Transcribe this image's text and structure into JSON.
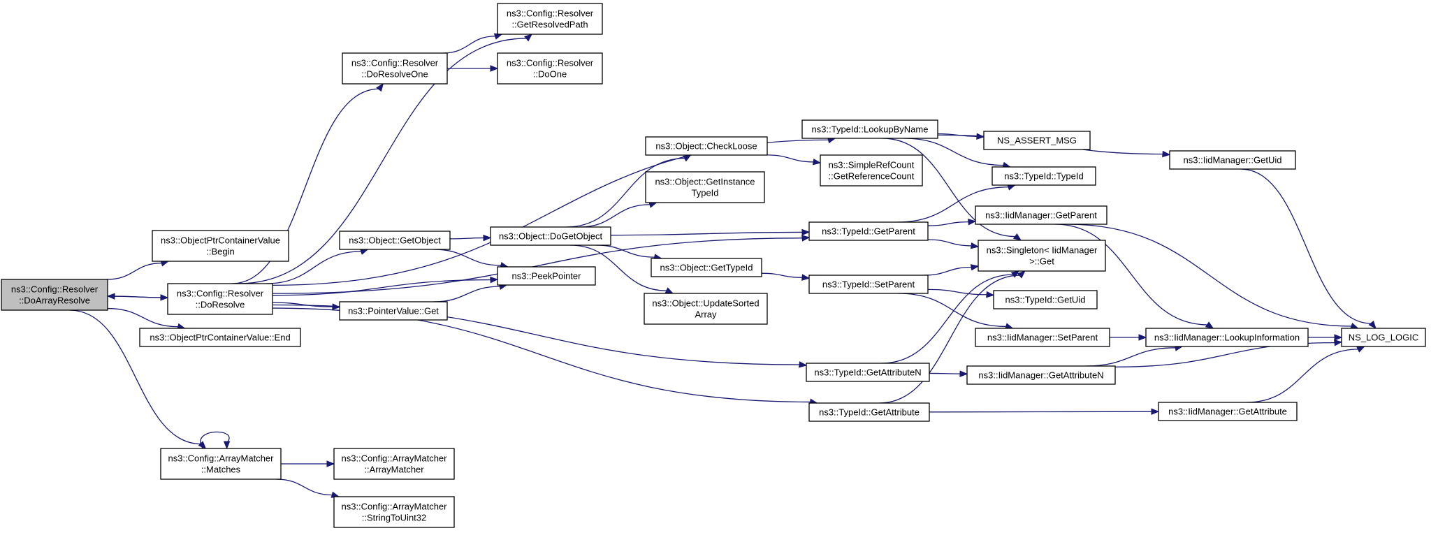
{
  "colors": {
    "edge": "#191970",
    "root_fill": "#bfbfbf",
    "node_fill": "#ffffff",
    "border": "#000000"
  },
  "nodes": [
    {
      "id": "doarrayresolve",
      "lines": [
        "ns3::Config::Resolver",
        "::DoArrayResolve"
      ],
      "root": true
    },
    {
      "id": "begin",
      "lines": [
        "ns3::ObjectPtrContainerValue",
        "::Begin"
      ]
    },
    {
      "id": "doresolve",
      "lines": [
        "ns3::Config::Resolver",
        "::DoResolve"
      ]
    },
    {
      "id": "end",
      "lines": [
        "ns3::ObjectPtrContainerValue::End"
      ]
    },
    {
      "id": "matches",
      "lines": [
        "ns3::Config::ArrayMatcher",
        "::Matches"
      ]
    },
    {
      "id": "getresolvedpath",
      "lines": [
        "ns3::Config::Resolver",
        "::GetResolvedPath"
      ]
    },
    {
      "id": "doresolveone",
      "lines": [
        "ns3::Config::Resolver",
        "::DoResolveOne"
      ]
    },
    {
      "id": "doone",
      "lines": [
        "ns3::Config::Resolver",
        "::DoOne"
      ]
    },
    {
      "id": "getobject",
      "lines": [
        "ns3::Object::GetObject"
      ]
    },
    {
      "id": "peekpointer",
      "lines": [
        "ns3::PeekPointer"
      ]
    },
    {
      "id": "pointervalueget",
      "lines": [
        "ns3::PointerValue::Get"
      ]
    },
    {
      "id": "arraymatcher",
      "lines": [
        "ns3::Config::ArrayMatcher",
        "::ArrayMatcher"
      ]
    },
    {
      "id": "stringtouint32",
      "lines": [
        "ns3::Config::ArrayMatcher",
        "::StringToUint32"
      ]
    },
    {
      "id": "dogetobject",
      "lines": [
        "ns3::Object::DoGetObject"
      ]
    },
    {
      "id": "checkloose",
      "lines": [
        "ns3::Object::CheckLoose"
      ]
    },
    {
      "id": "getinstancetypeid",
      "lines": [
        "ns3::Object::GetInstance",
        "TypeId"
      ]
    },
    {
      "id": "objectgettypeid",
      "lines": [
        "ns3::Object::GetTypeId"
      ]
    },
    {
      "id": "updatesortedarray",
      "lines": [
        "ns3::Object::UpdateSorted",
        "Array"
      ]
    },
    {
      "id": "lookupbyname",
      "lines": [
        "ns3::TypeId::LookupByName"
      ]
    },
    {
      "id": "typeidgetparent",
      "lines": [
        "ns3::TypeId::GetParent"
      ]
    },
    {
      "id": "typeidsetparent",
      "lines": [
        "ns3::TypeId::SetParent"
      ]
    },
    {
      "id": "typeidgetattributen",
      "lines": [
        "ns3::TypeId::GetAttributeN"
      ]
    },
    {
      "id": "typeidgetattribute",
      "lines": [
        "ns3::TypeId::GetAttribute"
      ]
    },
    {
      "id": "getreferencecount",
      "lines": [
        "ns3::SimpleRefCount",
        "::GetReferenceCount"
      ]
    },
    {
      "id": "nsassertmsg",
      "lines": [
        "NS_ASSERT_MSG"
      ]
    },
    {
      "id": "typeidctor",
      "lines": [
        "ns3::TypeId::TypeId"
      ]
    },
    {
      "id": "singletonget",
      "lines": [
        "ns3::Singleton< IidManager",
        " >::Get"
      ]
    },
    {
      "id": "typeidgetuid",
      "lines": [
        "ns3::TypeId::GetUid"
      ]
    },
    {
      "id": "iidgetparent",
      "lines": [
        "ns3::IidManager::GetParent"
      ]
    },
    {
      "id": "iidsetparent",
      "lines": [
        "ns3::IidManager::SetParent"
      ]
    },
    {
      "id": "iidgetattributen",
      "lines": [
        "ns3::IidManager::GetAttributeN"
      ]
    },
    {
      "id": "iidgetuid",
      "lines": [
        "ns3::IidManager::GetUid"
      ]
    },
    {
      "id": "lookupinformation",
      "lines": [
        "ns3::IidManager::LookupInformation"
      ]
    },
    {
      "id": "iidgetattribute",
      "lines": [
        "ns3::IidManager::GetAttribute"
      ]
    },
    {
      "id": "nsloglogic",
      "lines": [
        "NS_LOG_LOGIC"
      ]
    }
  ],
  "edges": [
    [
      "doarrayresolve",
      "begin"
    ],
    [
      "doarrayresolve",
      "doresolve"
    ],
    [
      "doarrayresolve",
      "end"
    ],
    [
      "doarrayresolve",
      "matches"
    ],
    [
      "doresolve",
      "doarrayresolve"
    ],
    [
      "doresolve",
      "getresolvedpath"
    ],
    [
      "doresolve",
      "doresolveone"
    ],
    [
      "doresolve",
      "getobject"
    ],
    [
      "doresolve",
      "peekpointer"
    ],
    [
      "doresolve",
      "pointervalueget"
    ],
    [
      "doresolve",
      "lookupbyname"
    ],
    [
      "doresolve",
      "typeidgetparent"
    ],
    [
      "doresolve",
      "typeidgetattributen"
    ],
    [
      "doresolve",
      "typeidgetattribute"
    ],
    [
      "doresolveone",
      "getresolvedpath"
    ],
    [
      "doresolveone",
      "doone"
    ],
    [
      "getobject",
      "dogetobject"
    ],
    [
      "getobject",
      "peekpointer"
    ],
    [
      "pointervalueget",
      "peekpointer"
    ],
    [
      "matches",
      "matches"
    ],
    [
      "matches",
      "arraymatcher"
    ],
    [
      "matches",
      "stringtouint32"
    ],
    [
      "dogetobject",
      "checkloose"
    ],
    [
      "dogetobject",
      "getinstancetypeid"
    ],
    [
      "dogetobject",
      "typeidgetparent"
    ],
    [
      "dogetobject",
      "objectgettypeid"
    ],
    [
      "dogetobject",
      "updatesortedarray"
    ],
    [
      "checkloose",
      "getreferencecount"
    ],
    [
      "objectgettypeid",
      "typeidsetparent"
    ],
    [
      "lookupbyname",
      "nsassertmsg"
    ],
    [
      "lookupbyname",
      "typeidctor"
    ],
    [
      "lookupbyname",
      "singletonget"
    ],
    [
      "lookupbyname",
      "iidgetuid"
    ],
    [
      "typeidgetparent",
      "typeidctor"
    ],
    [
      "typeidgetparent",
      "iidgetparent"
    ],
    [
      "typeidgetparent",
      "singletonget"
    ],
    [
      "typeidsetparent",
      "singletonget"
    ],
    [
      "typeidsetparent",
      "typeidgetuid"
    ],
    [
      "typeidsetparent",
      "iidsetparent"
    ],
    [
      "typeidgetattributen",
      "singletonget"
    ],
    [
      "typeidgetattributen",
      "iidgetattributen"
    ],
    [
      "typeidgetattribute",
      "singletonget"
    ],
    [
      "typeidgetattribute",
      "iidgetattribute"
    ],
    [
      "iidgetparent",
      "lookupinformation"
    ],
    [
      "iidgetparent",
      "nsloglogic"
    ],
    [
      "iidsetparent",
      "lookupinformation"
    ],
    [
      "iidgetattributen",
      "lookupinformation"
    ],
    [
      "iidgetattributen",
      "nsloglogic"
    ],
    [
      "iidgetuid",
      "nsloglogic"
    ],
    [
      "lookupinformation",
      "nsloglogic"
    ],
    [
      "iidgetattribute",
      "nsloglogic"
    ]
  ]
}
